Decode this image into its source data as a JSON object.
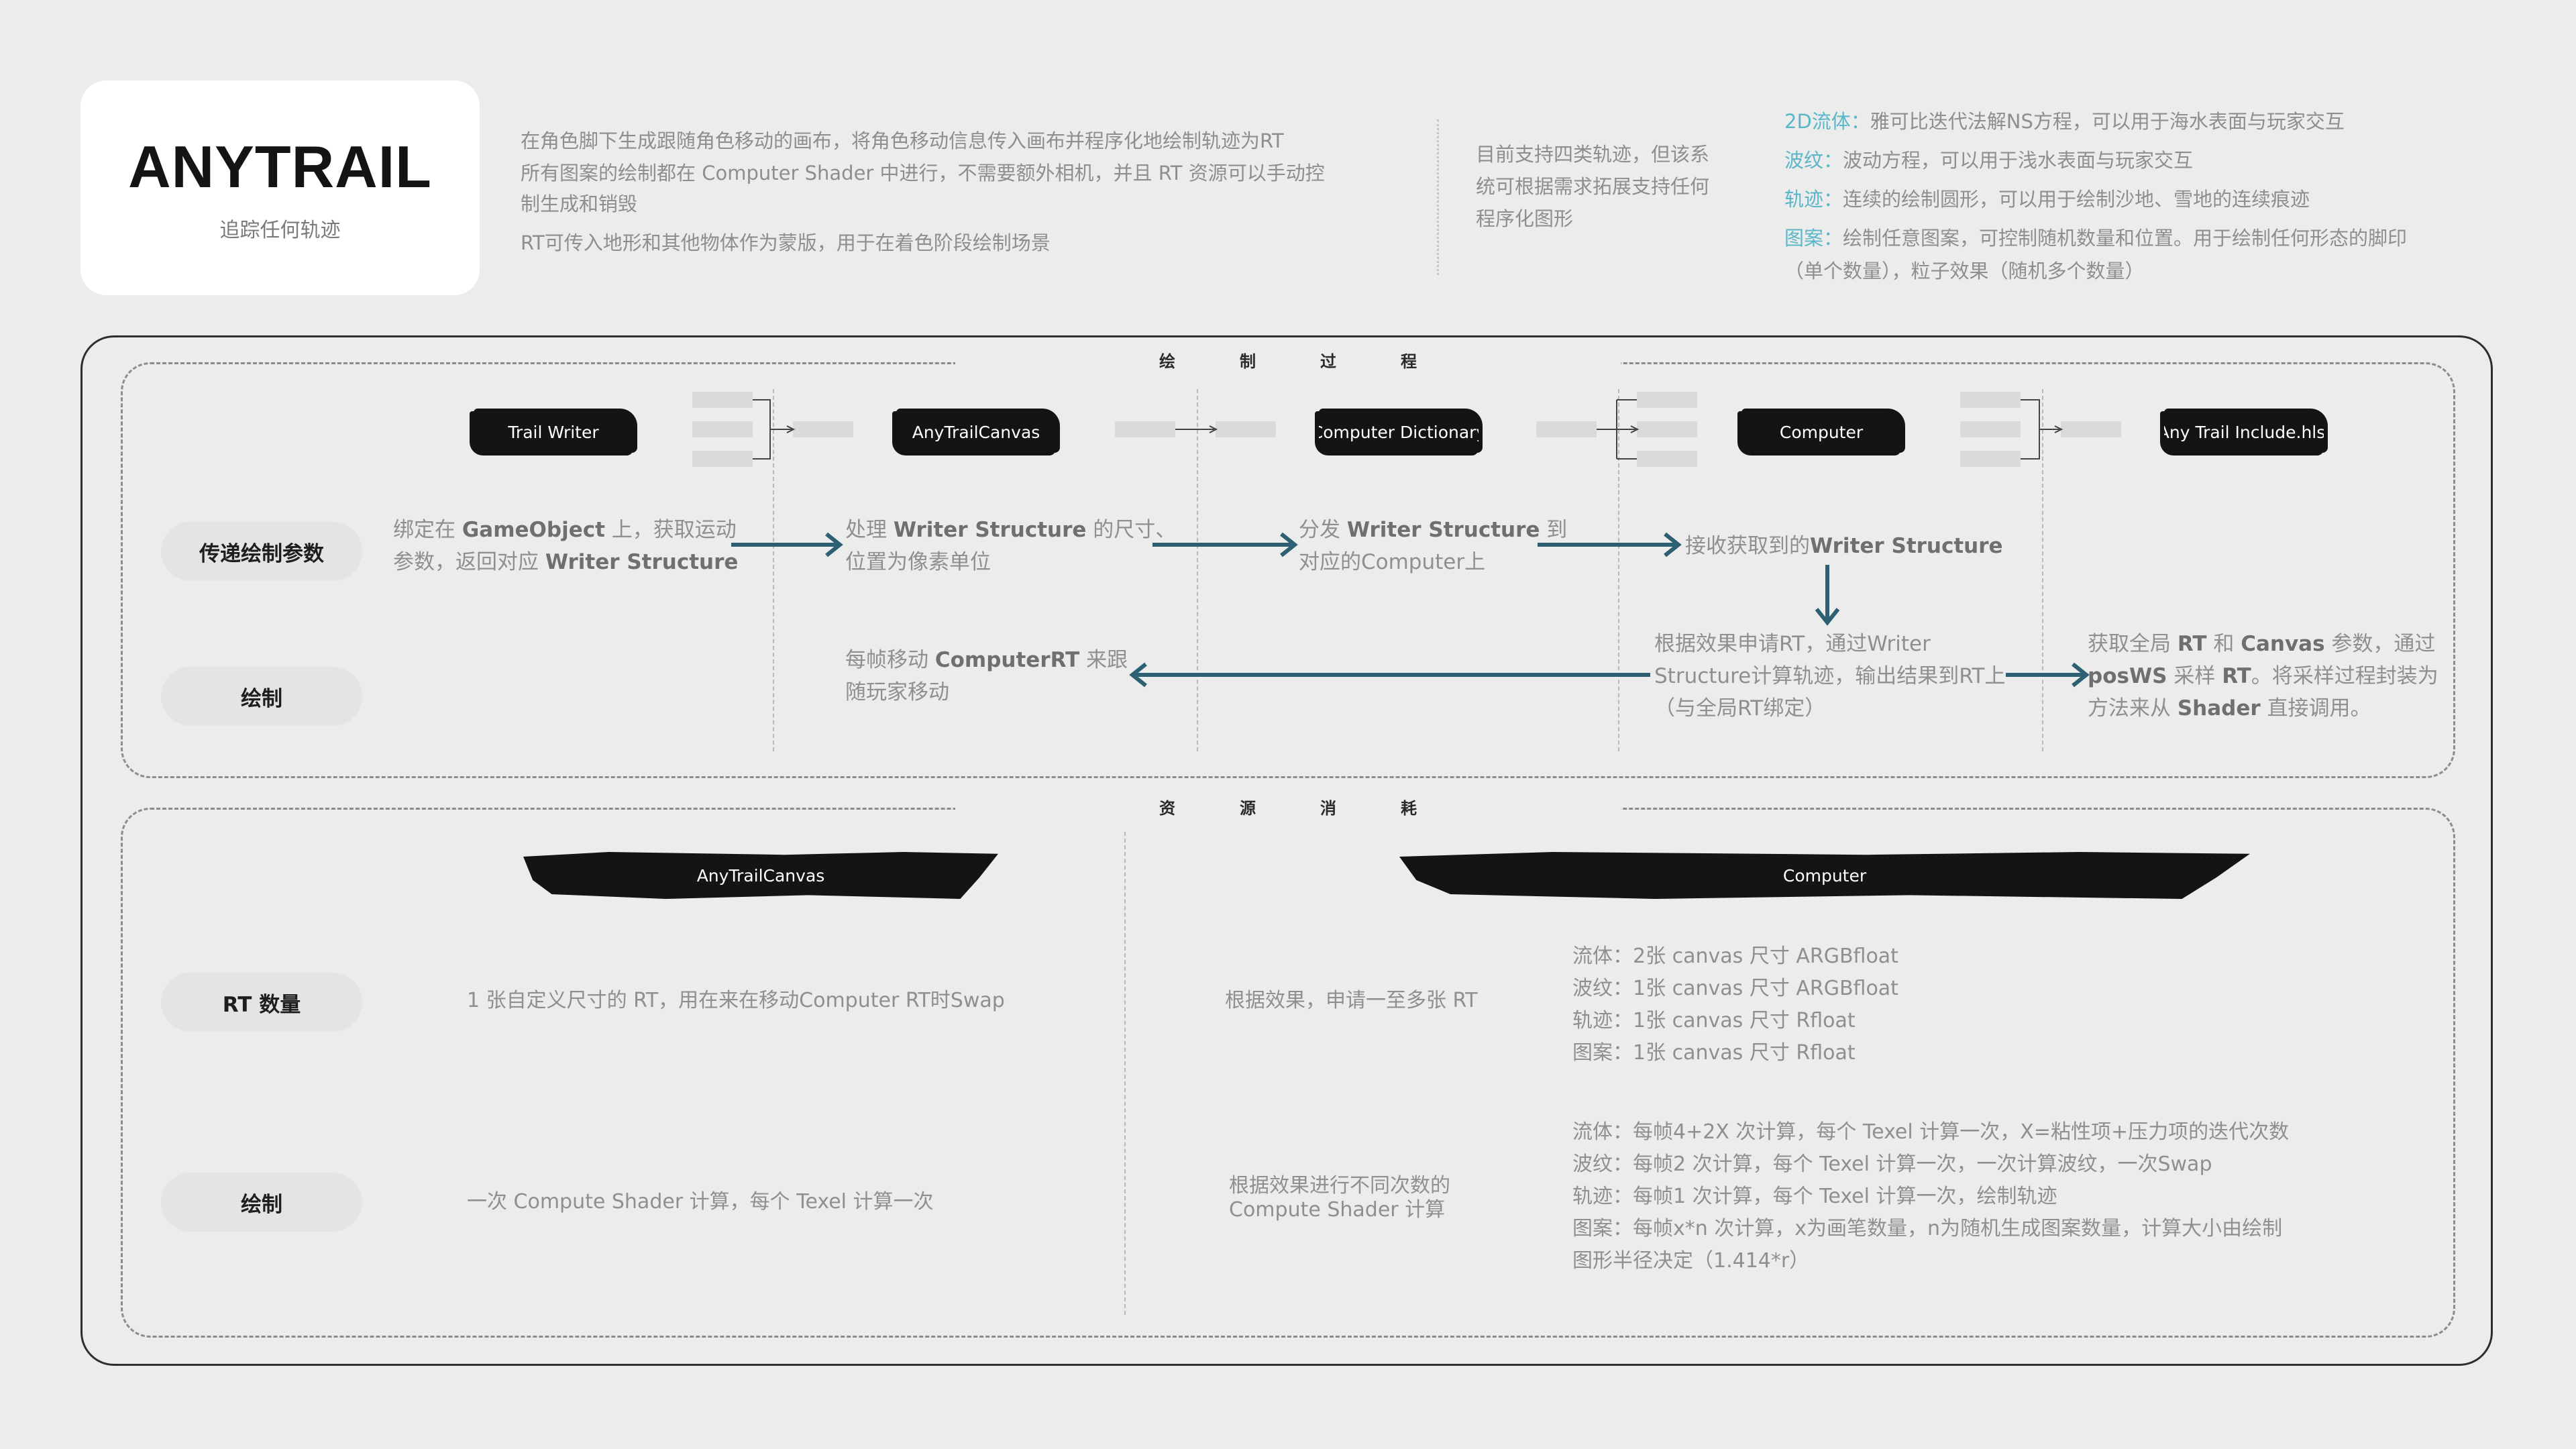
{
  "header": {
    "title": "ANYTRAIL",
    "subtitle": "追踪任何轨迹",
    "intro_lines": [
      "在角色脚下生成跟随角色移动的画布，将角色移动信息传入画布并程序化地绘制轨迹为RT",
      "所有图案的绘制都在 Computer Shader 中进行，不需要额外相机，并且 RT 资源可以手动控",
      "制生成和销毁",
      "RT可传入地形和其他物体作为蒙版，用于在着色阶段绘制场景"
    ],
    "support_lines": [
      "目前支持四类轨迹，但该系",
      "统可根据需求拓展支持任何",
      "程序化图形"
    ],
    "types": [
      {
        "tag": "2D流体：",
        "text": "雅可比迭代法解NS方程，可以用于海水表面与玩家交互"
      },
      {
        "tag": "波纹：",
        "text": "波动方程，可以用于浅水表面与玩家交互"
      },
      {
        "tag": "轨迹：",
        "text": "连续的绘制圆形，可以用于绘制沙地、雪地的连续痕迹"
      },
      {
        "tag": "图案：",
        "text": "绘制任意图案，可控制随机数量和位置。用于绘制任何形态的脚印"
      }
    ],
    "types_tail": "（单个数量），粒子效果（随机多个数量）"
  },
  "process": {
    "section_chars": [
      "绘",
      "制",
      "过",
      "程"
    ],
    "nodes": [
      "Trail Writer",
      "AnyTrailCanvas",
      "Computer Dictionary",
      "Computer",
      "Any Trail Include.hlsl"
    ],
    "rows": [
      "传递绘制参数",
      "绘制"
    ],
    "row1": {
      "writer_1": "绑定在 ",
      "writer_b1": "GameObject",
      "writer_2": " 上，获取运动",
      "writer_3": "参数，返回对应 ",
      "writer_b2": "Writer Structure",
      "canvas_1": "处理 ",
      "canvas_b1": "Writer Structure",
      "canvas_2": " 的尺寸、",
      "canvas_3": "位置为像素单位",
      "dict_1": "分发 ",
      "dict_b1": "Writer Structure",
      "dict_2": " 到",
      "dict_3": "对应的Computer上",
      "comp_1": "接收获取到的",
      "comp_b1": "Writer Structure"
    },
    "row2": {
      "canvas_1": "每帧移动 ",
      "canvas_b1": "ComputerRT",
      "canvas_2": " 来跟",
      "canvas_3": "随玩家移动",
      "comp_lines": [
        "根据效果申请RT，通过Writer",
        "Structure计算轨迹，输出结果到RT上",
        "（与全局RT绑定）"
      ],
      "incl_1": "获取全局 ",
      "incl_b1": "RT",
      "incl_2": " 和 ",
      "incl_b2": "Canvas",
      "incl_3": " 参数，通过",
      "incl_b3": "posWS",
      "incl_4": " 采样 ",
      "incl_b4": "RT",
      "incl_5": "。将采样过程封装为",
      "incl_6": "方法来从 ",
      "incl_b5": "Shader",
      "incl_7": " 直接调用。"
    }
  },
  "resources": {
    "section_chars": [
      "资",
      "源",
      "消",
      "耗"
    ],
    "columns": [
      "AnyTrailCanvas",
      "Computer"
    ],
    "rows": [
      "RT 数量",
      "绘制"
    ],
    "rt_canvas": "1 张自定义尺寸的 RT，用在来在移动Computer RT时Swap",
    "rt_computer_intro": "根据效果，申请一至多张 RT",
    "rt_computer_lines": [
      "流体：2张 canvas 尺寸 ARGBfloat",
      "波纹：1张 canvas 尺寸 ARGBfloat",
      "轨迹：1张 canvas 尺寸 Rfloat",
      "图案：1张 canvas 尺寸 Rfloat"
    ],
    "draw_canvas": "一次 Compute Shader 计算，每个 Texel 计算一次",
    "draw_computer_intro": [
      "根据效果进行不同次数的",
      "Compute Shader 计算"
    ],
    "draw_computer_lines": [
      "流体：每帧4+2X 次计算，每个 Texel 计算一次，X=粘性项+压力项的迭代次数",
      "波纹：每帧2 次计算，每个 Texel 计算一次，一次计算波纹，一次Swap",
      "轨迹：每帧1 次计算，每个 Texel 计算一次，绘制轨迹",
      "图案：每帧x*n 次计算，x为画笔数量，n为随机生成图案数量，计算大小由绘制",
      "图形半径决定（1.414*r）"
    ]
  },
  "colors": {
    "accent": "#5bb6c8",
    "arrow": "#2e6074",
    "title": "#141414",
    "frame": "#2e2e2e"
  }
}
